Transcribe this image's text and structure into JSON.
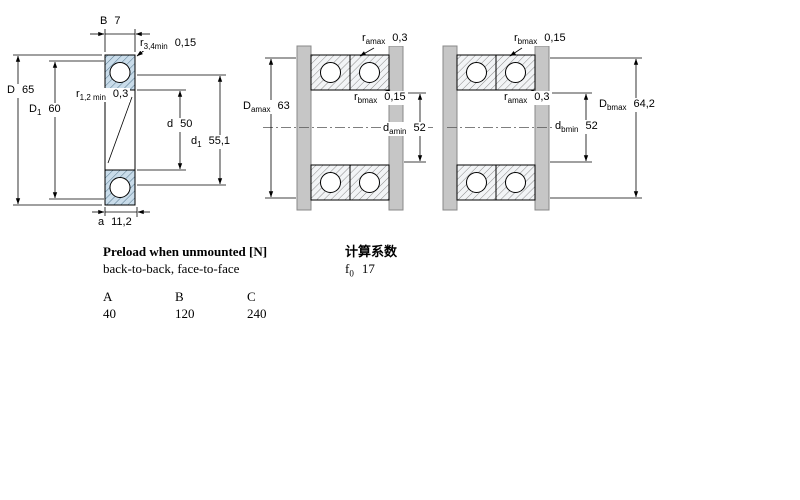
{
  "colors": {
    "bearing_fill": "#c9dcea",
    "abutment_gray": "#c6c6c6",
    "line": "#000000",
    "background": "#ffffff"
  },
  "left_diagram": {
    "dims": {
      "B": {
        "sym": "B",
        "sub": "",
        "val": "7"
      },
      "r34": {
        "sym": "r",
        "sub": "3,4min",
        "val": "0,15"
      },
      "D": {
        "sym": "D",
        "sub": "",
        "val": "65"
      },
      "r12": {
        "sym": "r",
        "sub": "1,2 min",
        "val": "0,3"
      },
      "D1": {
        "sym": "D",
        "sub": "1",
        "val": "60"
      },
      "d": {
        "sym": "d",
        "sub": "",
        "val": "50"
      },
      "d1": {
        "sym": "d",
        "sub": "1",
        "val": "55,1"
      },
      "a": {
        "sym": "a",
        "sub": "",
        "val": "11,2"
      }
    }
  },
  "middle_diagram": {
    "dims": {
      "ramax": {
        "sym": "r",
        "sub": "amax",
        "val": "0,3"
      },
      "rbmax": {
        "sym": "r",
        "sub": "bmax",
        "val": "0,15"
      },
      "Damax": {
        "sym": "D",
        "sub": "amax",
        "val": "63"
      },
      "damin": {
        "sym": "d",
        "sub": "amin",
        "val": "52"
      }
    }
  },
  "right_diagram": {
    "dims": {
      "rbmax": {
        "sym": "r",
        "sub": "bmax",
        "val": "0,15"
      },
      "ramax": {
        "sym": "r",
        "sub": "amax",
        "val": "0,3"
      },
      "Dbmax": {
        "sym": "D",
        "sub": "bmax",
        "val": "64,2"
      },
      "dbmin": {
        "sym": "d",
        "sub": "bmin",
        "val": "52"
      }
    }
  },
  "text_block": {
    "preload_title": "Preload when unmounted [N]",
    "preload_subtitle": "back-to-back, face-to-face",
    "calc_title": "计算系数",
    "f0": {
      "sym": "f",
      "sub": "0",
      "val": "17"
    },
    "preload_table": {
      "headers": [
        "A",
        "B",
        "C"
      ],
      "values": [
        "40",
        "120",
        "240"
      ]
    }
  }
}
